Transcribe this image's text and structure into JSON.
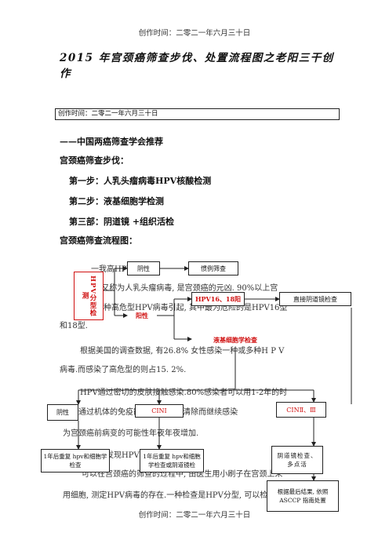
{
  "header": {
    "text": "创作时间：二零二一年六月三十日"
  },
  "title": {
    "line1": "2015 年宫颈癌筛查步伐、处置流程图之老阳三干创",
    "line2": "作"
  },
  "creation_box": {
    "text": "创作时间：二零二一年六月三十日"
  },
  "recommendation": "——中国两癌筛查学会推荐",
  "steps_heading": "宫颈癌筛查步伐：",
  "steps": [
    "第一步：人乳头瘤病毒HPV核酸检测",
    "第二步：液基细胞学检测",
    "第三部：阴道镜 +组织活检"
  ],
  "flow_heading": "宫颈癌筛查流程图：",
  "body_text": [
    "一我高HPV",
    "HPV, 又称为人乳头瘤病毒, 是宫颈癌的元凶. 90%以上宫",
    "由十几种高危型HPV病毒引起, 其中最为危险的是HPV16型",
    "和18型.",
    "根据美国的调查数据, 有26.8% 女性感染一种或多种H P V",
    "病毒.而感染了高危型的则占15. 2%.",
    "HPV通过密切的皮肤接触感染.80%感染者可以用1-2年的时",
    "通过机体的免疫能力清除.不能清除而继续感染",
    "为宫颈癌前病变的可能性年夜年夜增加.",
    "样发现HPV",
    "可以在宫颈癌的筛查的过程中, 由医生用小刷子在宫颈上采",
    "用细胞, 测定HPV病毒的存在.一种检查是HPV分型, 可以检测"
  ],
  "flow": {
    "hpv_test": "HPV分型检测",
    "negative_top": "阴性",
    "routine_screen": "惯例筛查",
    "positive": "阳性",
    "hpv1618": "HPV16、18阳",
    "direct_colpo": "直接阴道镜检查",
    "lbc": "液基细胞学检查",
    "negative_left": "阴性",
    "cin1": "CINⅠ",
    "cin23": "CINⅡ、Ⅲ",
    "recheck_hpv": "1年后重复 hpv和细胞学检查",
    "recheck_hpv_colpo": "1年后重复 hpv和细胞学检查或阴道镜检",
    "colpo_biopsy": "阴道镜检查、多点活",
    "ascp": "根据最后结果, 依照ASCCP 指南处置"
  },
  "footer": {
    "text": "创作时间：二零二一年六月三十日"
  }
}
